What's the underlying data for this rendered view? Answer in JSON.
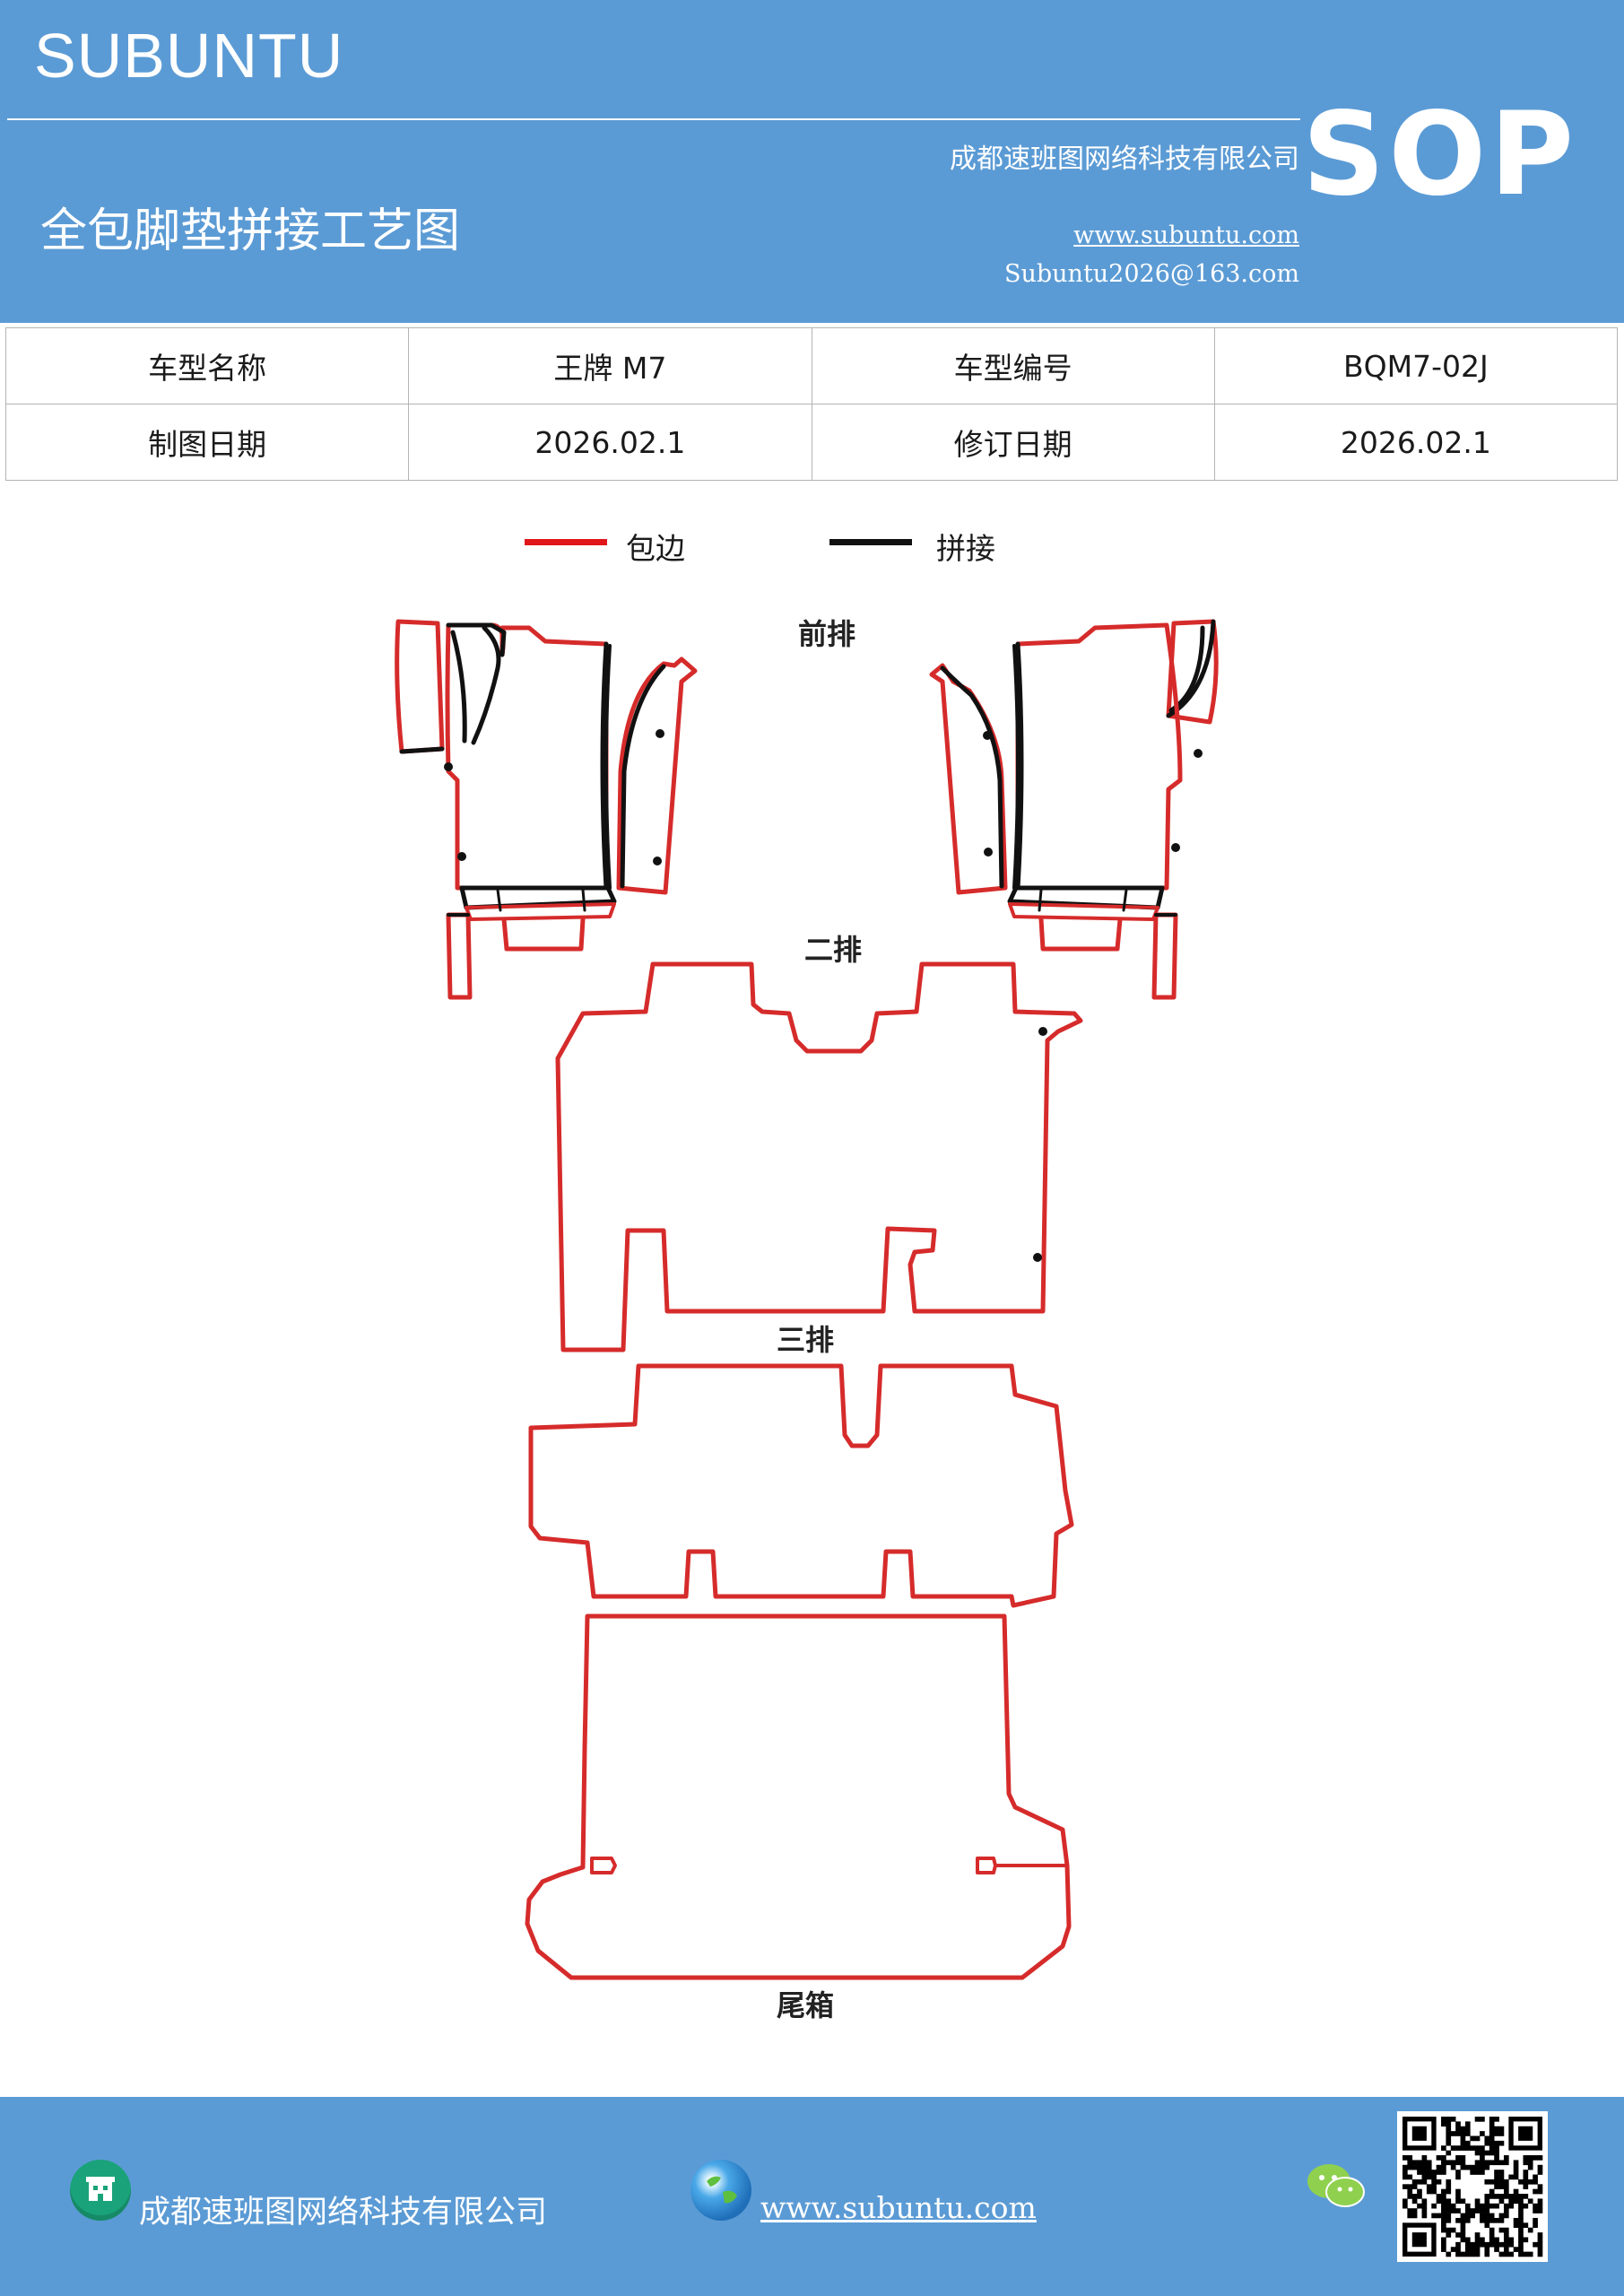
{
  "header": {
    "brand": "SUBUNTU",
    "company": "成都速班图网络科技有限公司",
    "title": "全包脚垫拼接工艺图",
    "website": "www.subuntu.com",
    "email": "Subuntu2026@163.com",
    "badge": "SOP",
    "background_color": "#5b9bd5"
  },
  "info_table": {
    "rows": [
      [
        "车型名称",
        "王牌 M7",
        "车型编号",
        "BQM7-02J"
      ],
      [
        "制图日期",
        "2026.02.1",
        "修订日期",
        "2026.02.1"
      ]
    ]
  },
  "legend": {
    "items": [
      {
        "label": "包边",
        "color": "#e0161b"
      },
      {
        "label": "拼接",
        "color": "#111111"
      }
    ]
  },
  "sections": {
    "front": "前排",
    "second": "二排",
    "third": "三排",
    "trunk": "尾箱"
  },
  "colors": {
    "edge": "#d62b2b",
    "seam": "#111111"
  },
  "footer": {
    "company": "成都速班图网络科技有限公司",
    "website": "www.subuntu.com",
    "icons": [
      "building-icon",
      "globe-icon",
      "wechat-icon",
      "qr-code"
    ]
  }
}
